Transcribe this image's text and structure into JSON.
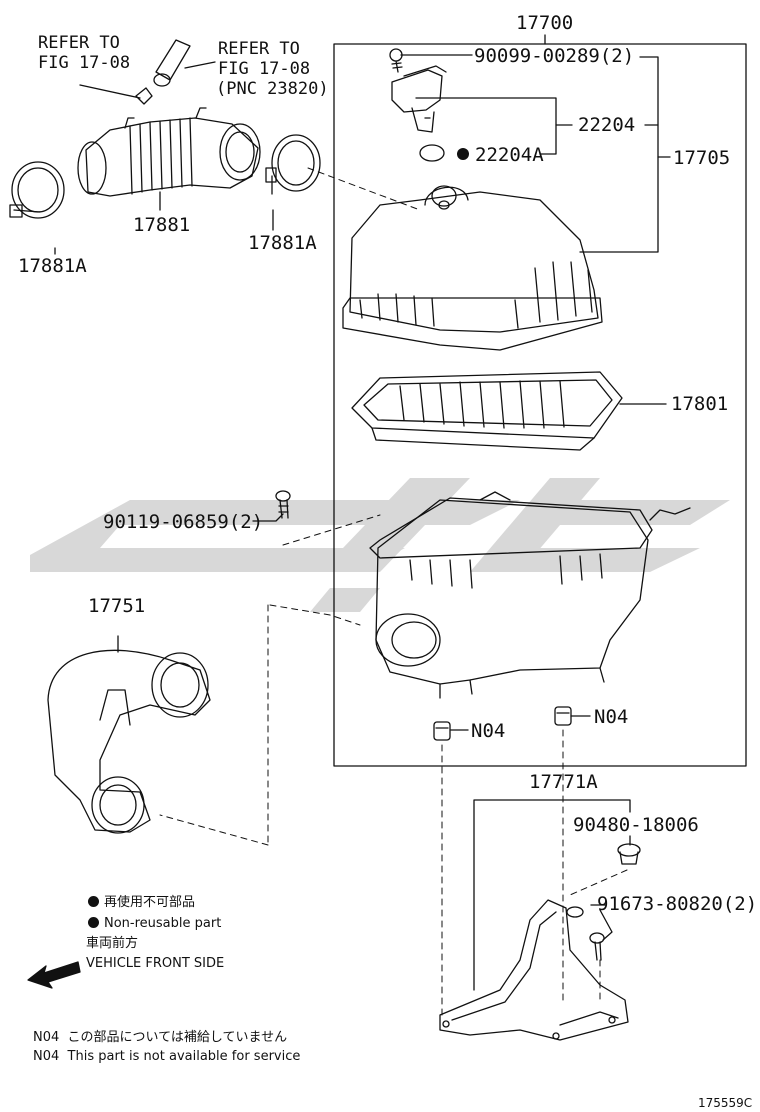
{
  "diagram": {
    "refs": {
      "refer_left_1": "REFER TO",
      "refer_left_2": "FIG 17-08",
      "refer_right_1": "REFER TO",
      "refer_right_2": "FIG 17-08",
      "refer_right_3": "(PNC 23820)"
    },
    "parts": {
      "assembly": "17700",
      "screw_top": "90099-00289(2)",
      "sensor": "22204",
      "sensor_gasket": "22204A",
      "cap_assembly": "17705",
      "hose": "17881",
      "clamp_left": "17881A",
      "clamp_right": "17881A",
      "filter": "17801",
      "bolt_case": "90119-06859(2)",
      "inlet": "17751",
      "mount_a": "N04",
      "mount_b": "N04",
      "bracket": "17771A",
      "grommet": "90480-18006",
      "bolt_bracket": "91673-80820(2)"
    },
    "legend": {
      "nonreusable_jp": "再使用不可部品",
      "nonreusable_en": "Non-reusable part",
      "front_jp": "車両前方",
      "front_en": "VEHICLE FRONT SIDE"
    },
    "notes": {
      "n04_code_1": "N04",
      "n04_jp": "この部品については補給していません",
      "n04_code_2": "N04",
      "n04_en": "This part is not available for service"
    },
    "figure_id": "175559C",
    "watermark_color": "#d9d9d9",
    "line_color": "#111111"
  }
}
